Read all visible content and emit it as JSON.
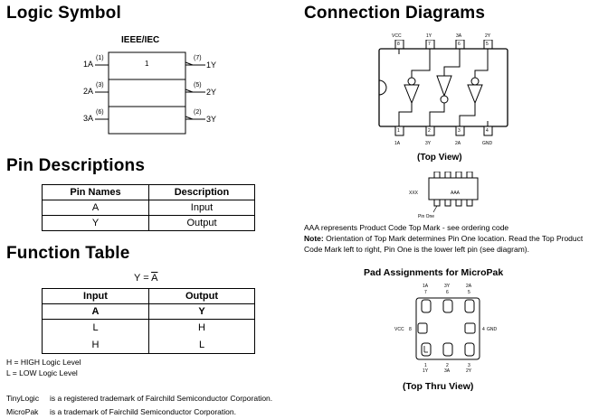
{
  "logic_symbol": {
    "title": "Logic Symbol",
    "standard": "IEEE/IEC",
    "gate_label": "1",
    "inputs": [
      {
        "name": "1A",
        "pin": "(1)"
      },
      {
        "name": "2A",
        "pin": "(3)"
      },
      {
        "name": "3A",
        "pin": "(6)"
      }
    ],
    "outputs": [
      {
        "name": "1Y",
        "pin": "(7)"
      },
      {
        "name": "2Y",
        "pin": "(5)"
      },
      {
        "name": "3Y",
        "pin": "(2)"
      }
    ]
  },
  "pin_descriptions": {
    "title": "Pin Descriptions",
    "headers": [
      "Pin Names",
      "Description"
    ],
    "rows": [
      [
        "A",
        "Input"
      ],
      [
        "Y",
        "Output"
      ]
    ]
  },
  "function_table": {
    "title": "Function Table",
    "equation_left": "Y = ",
    "equation_right": "A",
    "headers": [
      "Input",
      "Output"
    ],
    "subheaders": [
      "A",
      "Y"
    ],
    "rows": [
      [
        "L",
        "H"
      ],
      [
        "H",
        "L"
      ]
    ],
    "legend": [
      "H = HIGH Logic Level",
      "L = LOW Logic Level"
    ]
  },
  "trademarks": [
    {
      "name": "TinyLogic",
      "text": "is a registered trademark of Fairchild Semiconductor Corporation."
    },
    {
      "name": "MicroPak",
      "text": "is a trademark of Fairchild Semiconductor Corporation."
    }
  ],
  "connection_diagrams": {
    "title": "Connection Diagrams",
    "top_pins": [
      {
        "label": "VCC",
        "num": "8"
      },
      {
        "label": "1Y",
        "num": "7"
      },
      {
        "label": "3A",
        "num": "6"
      },
      {
        "label": "2Y",
        "num": "5"
      }
    ],
    "bottom_pins": [
      {
        "label": "1A",
        "num": "1"
      },
      {
        "label": "3Y",
        "num": "2"
      },
      {
        "label": "2A",
        "num": "3"
      },
      {
        "label": "GND",
        "num": "4"
      }
    ],
    "top_view_caption": "(Top View)",
    "mark_label": "AAA",
    "pin_one_label": "Pin One",
    "top_mark_left": "XXX",
    "product_code_note": "AAA represents Product Code Top Mark - see ordering code",
    "note_label": "Note:",
    "note_text": "Orientation of Top Mark determines Pin One location. Read the Top Product Code Mark left to right, Pin One is the lower left pin (see diagram).",
    "micropak_title": "Pad Assignments for MicroPak",
    "micropak_top": [
      {
        "label": "1A",
        "num": "7"
      },
      {
        "label": "3Y",
        "num": "6"
      },
      {
        "label": "2A",
        "num": "5"
      }
    ],
    "micropak_bottom": [
      {
        "label": "1Y",
        "num": "1"
      },
      {
        "label": "3A",
        "num": "2"
      },
      {
        "label": "2Y",
        "num": "3"
      }
    ],
    "micropak_left": {
      "label": "VCC",
      "num": "8"
    },
    "micropak_right": {
      "label": "GND",
      "num": "4"
    },
    "top_thru_caption": "(Top Thru View)"
  }
}
